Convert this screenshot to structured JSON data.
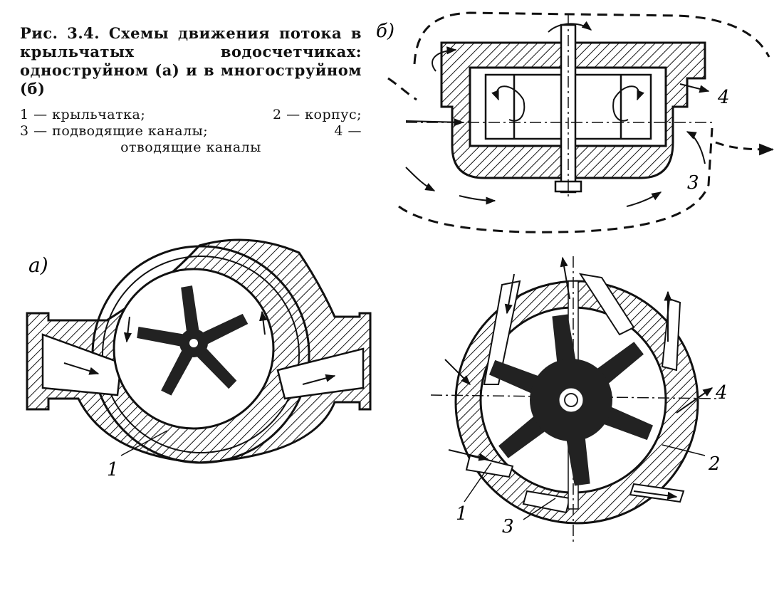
{
  "caption": {
    "title": "Рис. 3.4. Схемы движения потока в крыльчатых водосчетчиках: одноструйном (а) и в многоструйном (б)",
    "legend": {
      "item1": "1 — крыльчатка;",
      "item2": "2 — корпус;",
      "item3": "3 — подводящие каналы;",
      "item4a": "4 —",
      "item4b": "отводящие каналы"
    }
  },
  "labels": {
    "panel_a": "а)",
    "panel_b": "б)",
    "a_num1": "1",
    "b_num3": "3",
    "b_num4": "4",
    "c_num1": "1",
    "c_num2": "2",
    "c_num3": "3",
    "c_num4": "4"
  },
  "colors": {
    "ink": "#111111",
    "paper": "#ffffff"
  }
}
